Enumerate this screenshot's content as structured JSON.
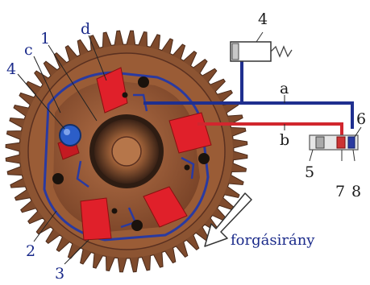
{
  "colors": {
    "label_blue": "#1a2a8a",
    "label_red": "#c0392b",
    "pressure_line_blue": "#1f2f8f",
    "pressure_line_red": "#d1262e",
    "gear_bronze": "#8a5230",
    "gear_dark": "#5a3020",
    "rotor_copper": "#9b5a36",
    "chamber_red": "#e0202a",
    "hub_dark": "#3c2418",
    "valve_gray": "#555555"
  },
  "labels": {
    "l1": "1",
    "l2": "2",
    "l3": "3",
    "l4_left": "4",
    "l4_top": "4",
    "l5": "5",
    "l6": "6",
    "l7": "7",
    "l8": "8",
    "la": "a",
    "lb": "b",
    "lc": "c",
    "ld": "d"
  },
  "rotation_label": "forgásirány",
  "icons": {
    "rotation_arrow": "arrow-down-left-outline",
    "solenoid": "solenoid-valve-symbol",
    "spring": "spring-zigzag"
  }
}
